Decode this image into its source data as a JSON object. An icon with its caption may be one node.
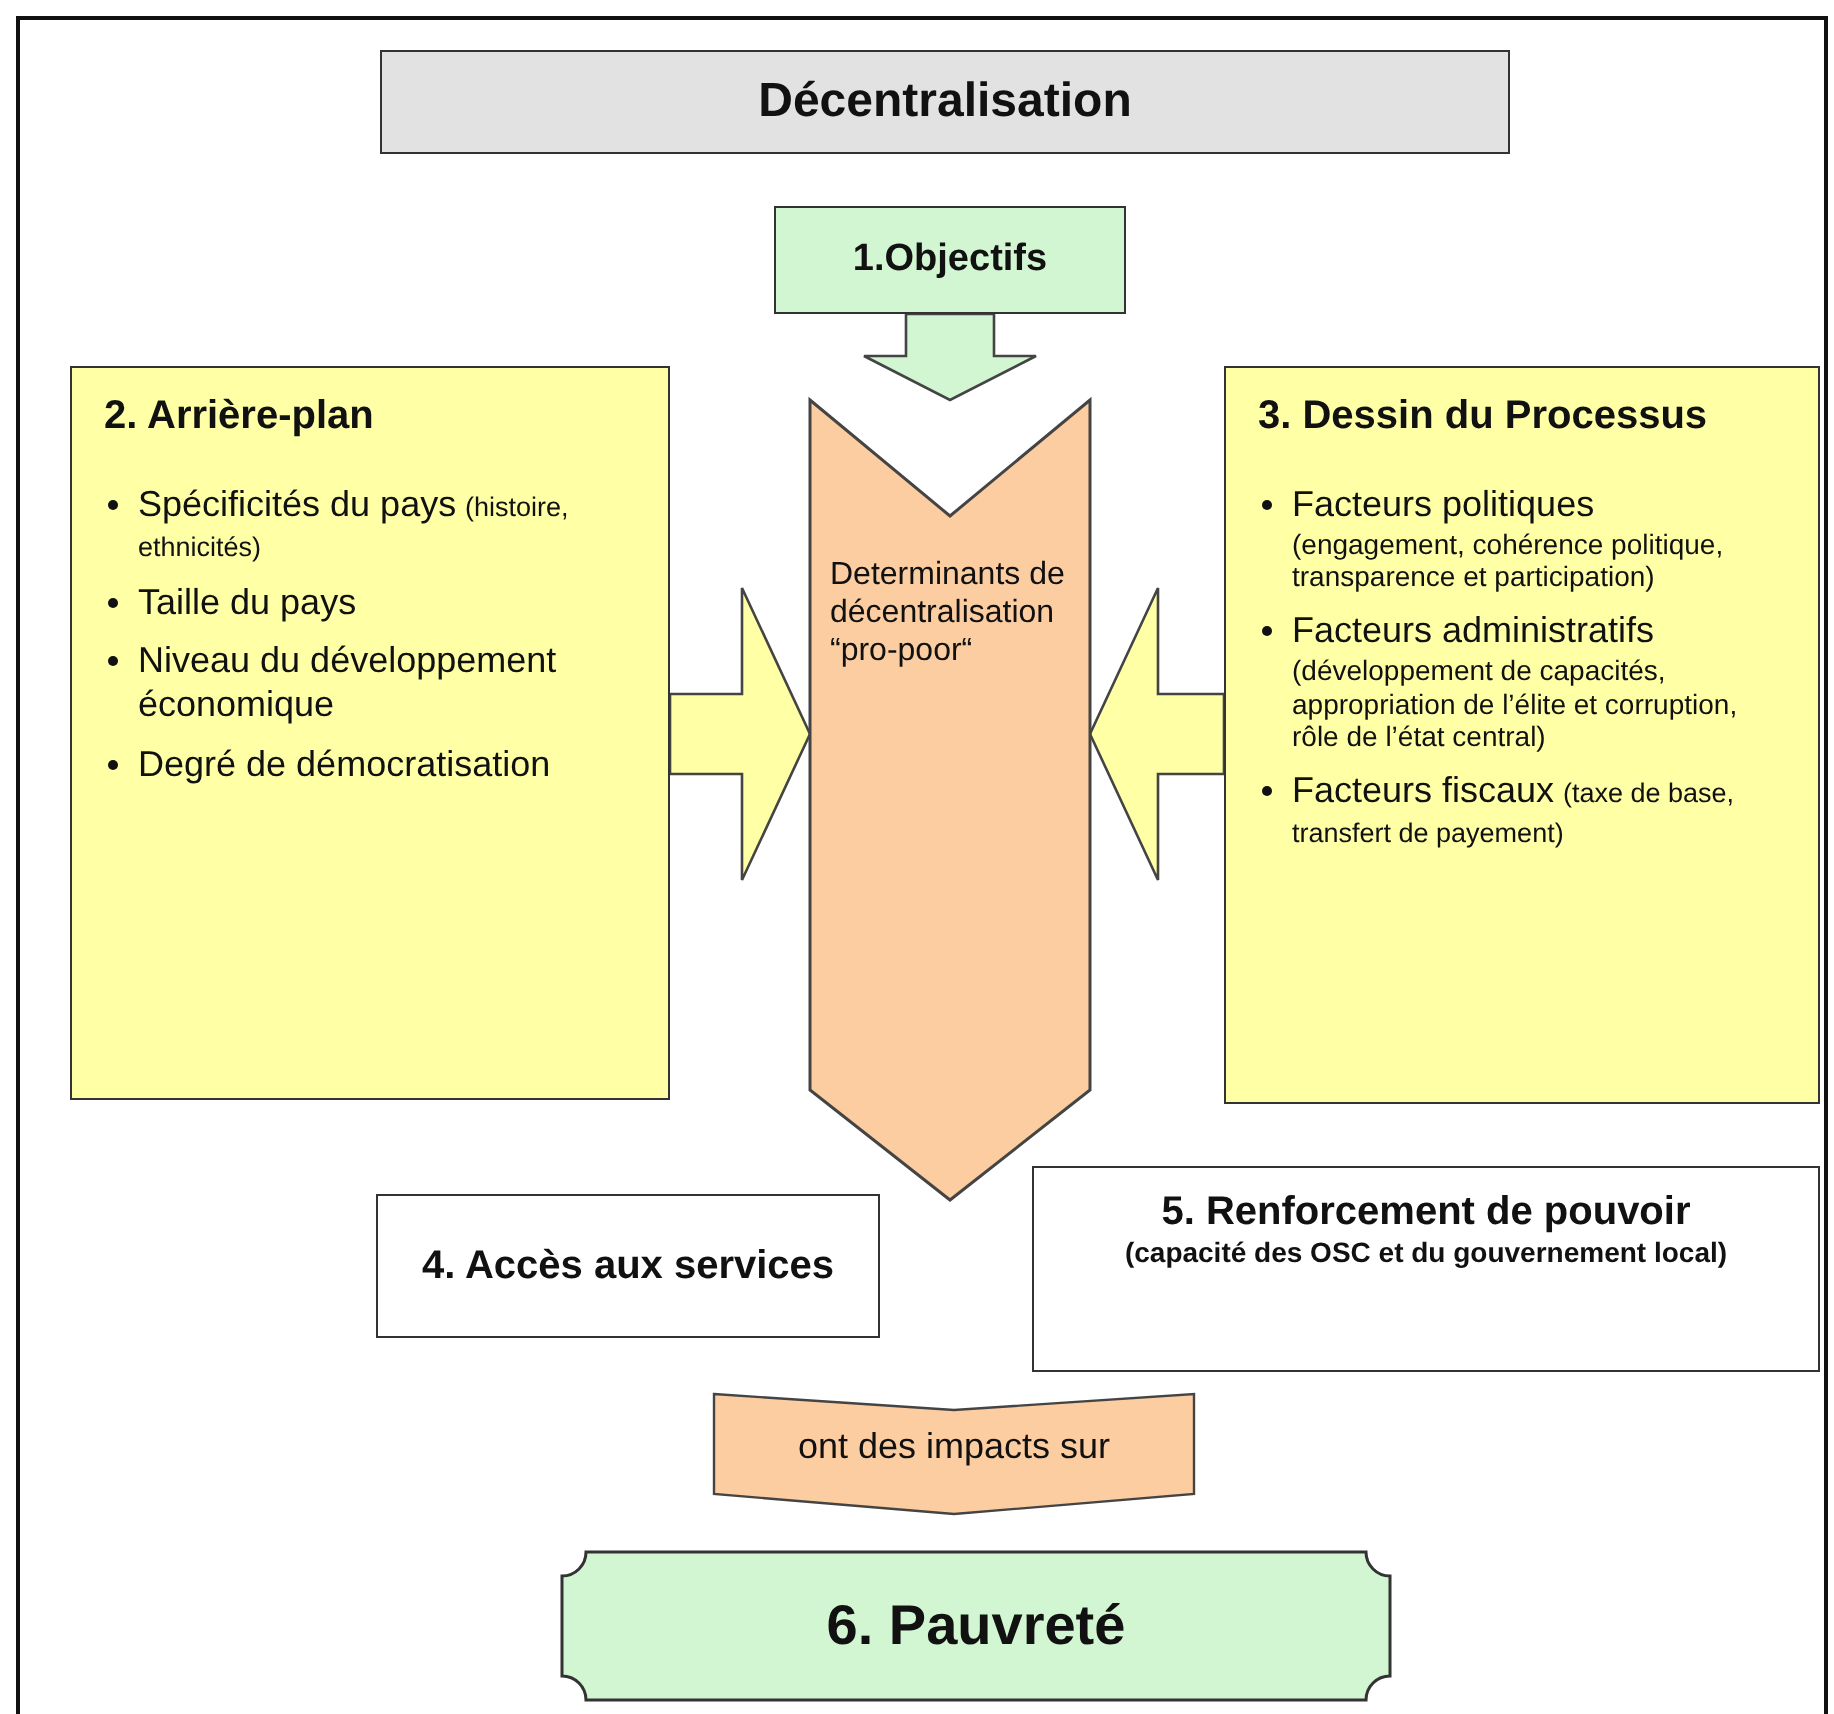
{
  "diagram": {
    "nodes": [
      {
        "text": [
          "Décentralisation"
        ]
      },
      {
        "text": [
          "1.Objectifs"
        ]
      },
      {
        "text": [
          "2. Arrière-plan",
          "Spécificités du pays",
          "(histoire, ethnicités)",
          "Taille du pays",
          "Niveau du développement économique",
          "Degré de démocratisation"
        ]
      },
      {
        "text": [
          "Determinants de décentralisation “pro-poor“"
        ]
      },
      {
        "text": [
          "3. Dessin du Processus",
          "Facteurs politiques",
          "(engagement, cohérence politique, transparence et participation)",
          "Facteurs administratifs",
          "(développement de capacités, appropriation de l’élite et corruption, rôle de l’état central)",
          "Facteurs fiscaux",
          "(taxe de base, transfert de payement)"
        ]
      },
      {
        "text": [
          "4. Accès aux services"
        ]
      },
      {
        "text": [
          "5. Renforcement de pouvoir",
          "(capacité des OSC et du gouvernement local)"
        ]
      },
      {
        "text": [
          "ont des impacts sur"
        ]
      },
      {
        "text": [
          "6. Pauvreté"
        ]
      }
    ],
    "edges": [
      {
        "from": 1,
        "to": 3,
        "arrow": "to"
      },
      {
        "from": 2,
        "to": 3,
        "arrow": "to"
      },
      {
        "from": 4,
        "to": 3,
        "arrow": "to"
      }
    ]
  }
}
